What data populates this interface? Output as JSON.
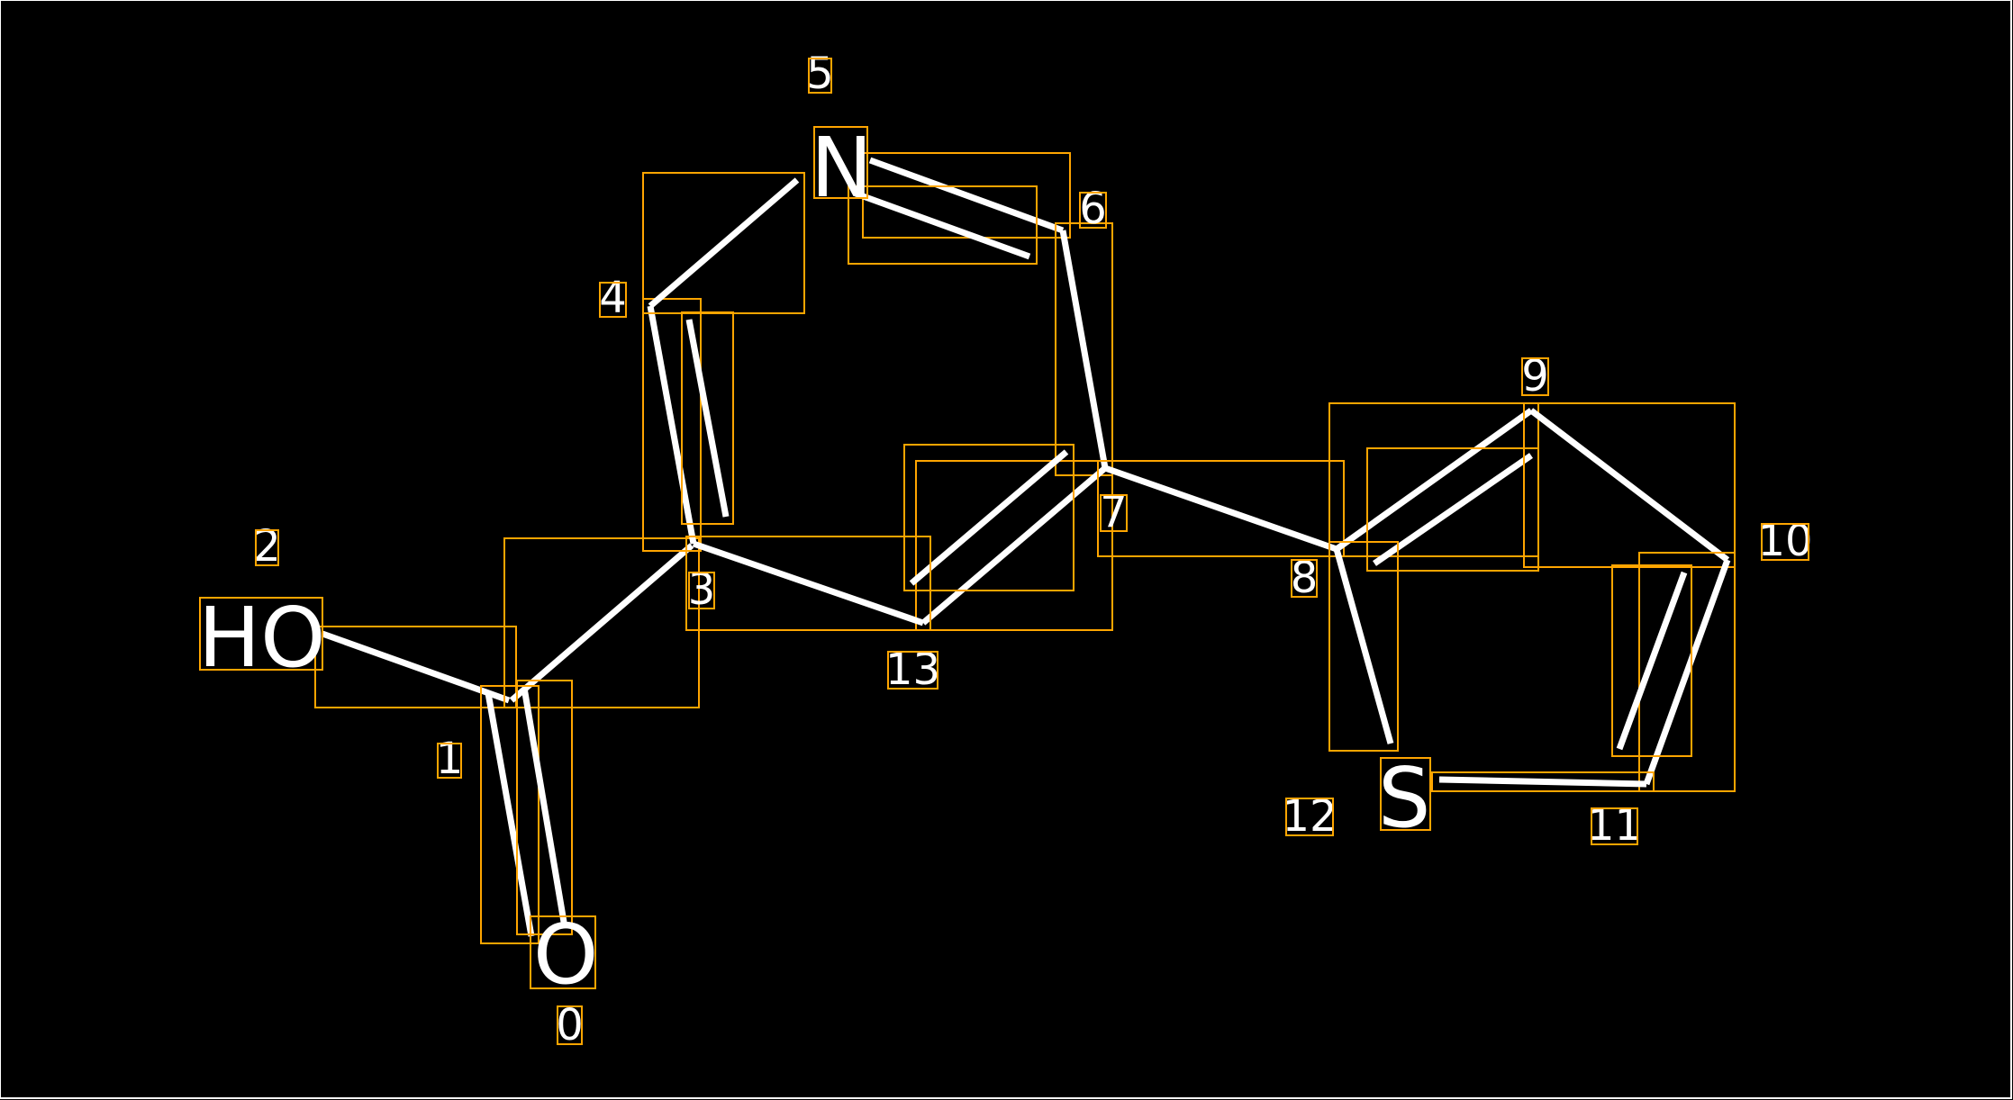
{
  "diagram": {
    "type": "molecule-annotation",
    "colors": {
      "background": "#000000",
      "bond": "#ffffff",
      "box": "#ffa500",
      "text": "#ffffff"
    },
    "atoms": [
      {
        "index": "0",
        "symbol": "O"
      },
      {
        "index": "1",
        "symbol": ""
      },
      {
        "index": "2",
        "symbol": "HO"
      },
      {
        "index": "3",
        "symbol": ""
      },
      {
        "index": "4",
        "symbol": ""
      },
      {
        "index": "5",
        "symbol": "N"
      },
      {
        "index": "6",
        "symbol": ""
      },
      {
        "index": "7",
        "symbol": ""
      },
      {
        "index": "8",
        "symbol": ""
      },
      {
        "index": "9",
        "symbol": ""
      },
      {
        "index": "10",
        "symbol": ""
      },
      {
        "index": "11",
        "symbol": ""
      },
      {
        "index": "12",
        "symbol": "S"
      },
      {
        "index": "13",
        "symbol": ""
      }
    ]
  }
}
